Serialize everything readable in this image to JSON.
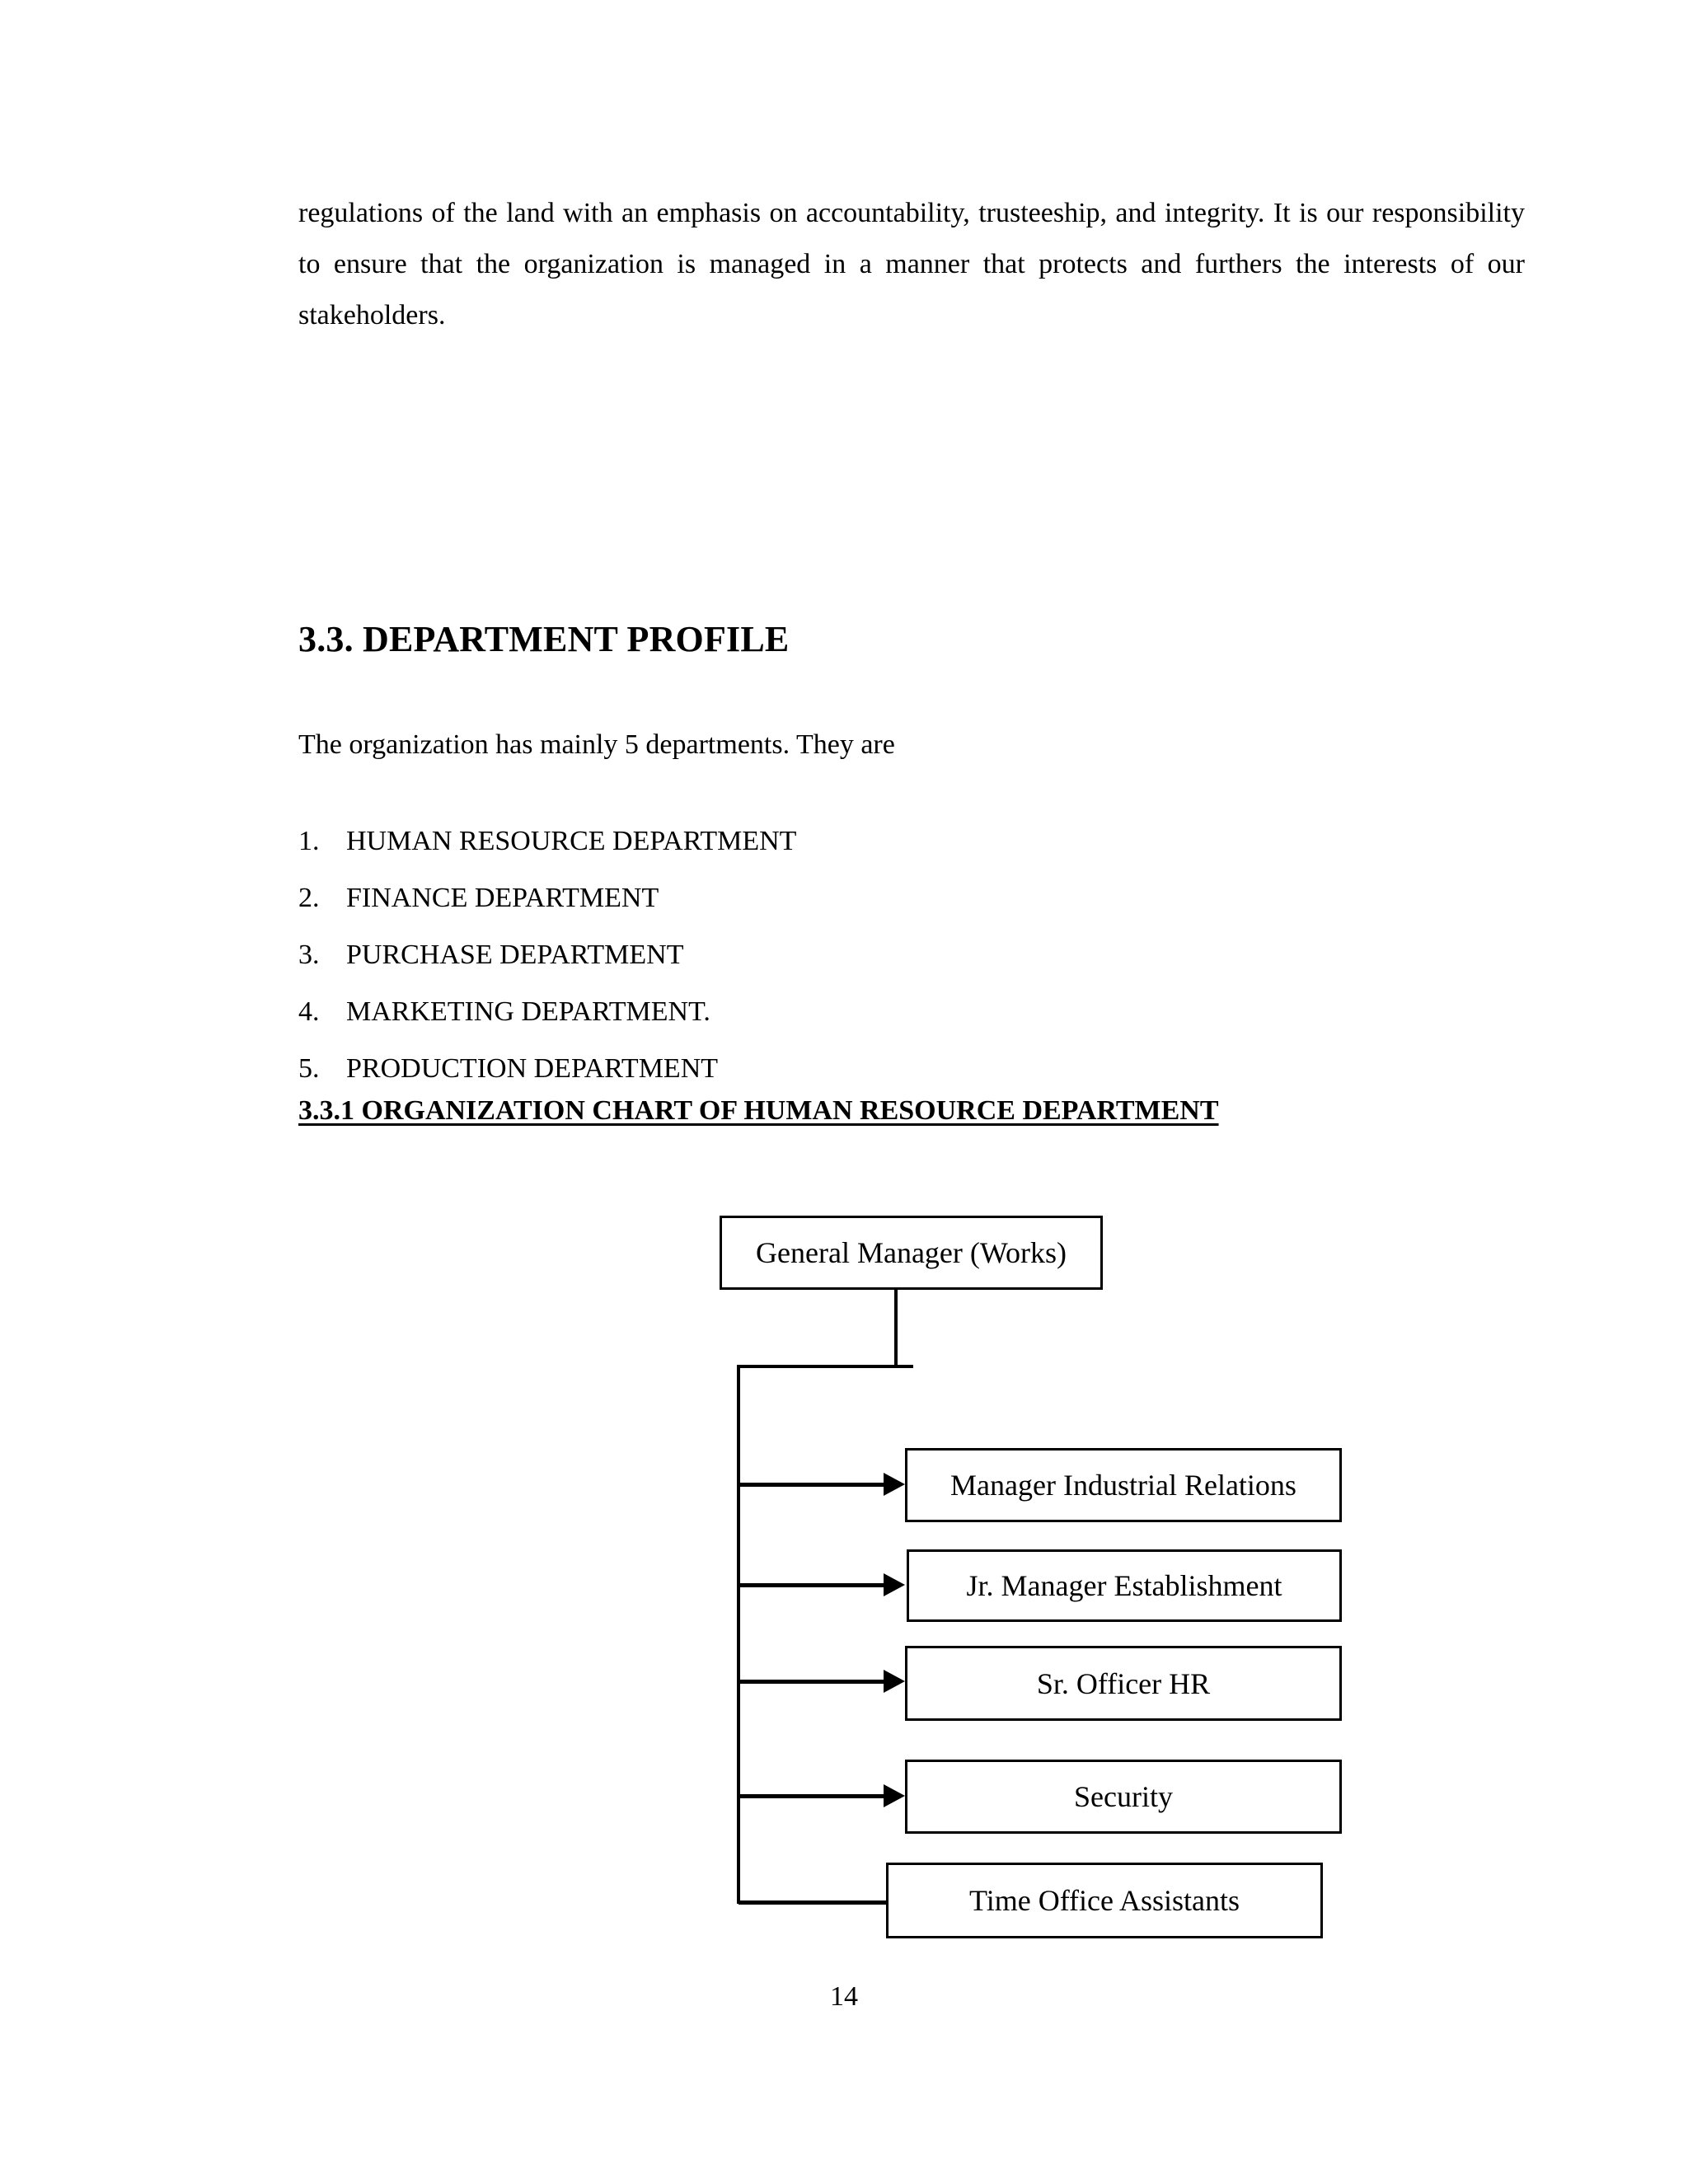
{
  "document": {
    "page_number": "14",
    "intro_paragraph": "regulations of the land with an emphasis on accountability, trusteeship, and integrity. It is our responsibility to ensure that the organization is managed in a manner that protects and furthers the interests of our stakeholders.",
    "section_heading": "3.3. DEPARTMENT PROFILE",
    "intro_line": "The organization has mainly 5 departments. They are",
    "subsection_heading": "3.3.1 ORGANIZATION CHART OF HUMAN RESOURCE DEPARTMENT"
  },
  "department_list": [
    {
      "num": "1.",
      "label": "HUMAN RESOURCE DEPARTMENT"
    },
    {
      "num": "2.",
      "label": "FINANCE DEPARTMENT"
    },
    {
      "num": "3.",
      "label": "PURCHASE DEPARTMENT"
    },
    {
      "num": "4.",
      "label": "MARKETING DEPARTMENT."
    },
    {
      "num": "5.",
      "label": "PRODUCTION DEPARTMENT"
    }
  ],
  "org_chart": {
    "type": "organization-chart",
    "root": {
      "label": "General Manager (Works)"
    },
    "children": [
      {
        "label": "Manager Industrial Relations",
        "connector": "arrow"
      },
      {
        "label": "Jr. Manager Establishment",
        "connector": "arrow"
      },
      {
        "label": "Sr. Officer HR",
        "connector": "arrow"
      },
      {
        "label": "Security",
        "connector": "arrow"
      },
      {
        "label": "Time Office Assistants",
        "connector": "plain"
      }
    ],
    "colors": {
      "line": "#000000",
      "box_border": "#000000",
      "background": "#ffffff"
    }
  }
}
